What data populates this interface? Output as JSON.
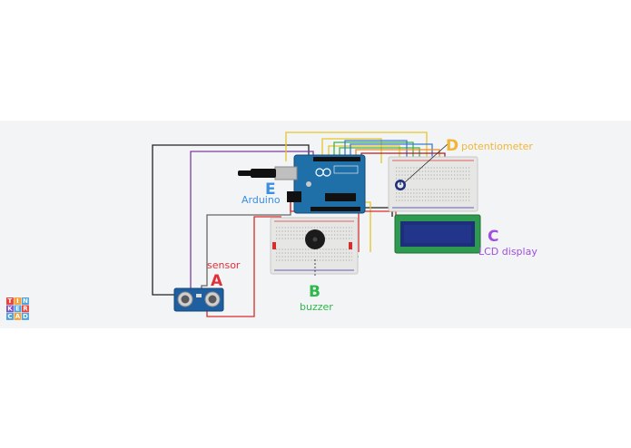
{
  "colors": {
    "background": "#f3f4f6",
    "letter_A": "#e0313b",
    "letter_B": "#2db84a",
    "letter_C": "#a04fe0",
    "letter_D": "#f2b634",
    "letter_E": "#3a8fe0",
    "arduino_board": "#1f6fa8",
    "breadboard": "#e6e6e4",
    "lcd_screen": "#1d2e7a",
    "lcd_frame": "#2e9a4f"
  },
  "labels": {
    "sensor": {
      "letter": "A",
      "text": "sensor"
    },
    "buzzer": {
      "letter": "B",
      "text": "buzzer"
    },
    "lcd": {
      "letter": "C",
      "text": "LCD display"
    },
    "potentiometer": {
      "letter": "D",
      "text": "potentiometer"
    },
    "arduino": {
      "letter": "E",
      "text": "Arduino"
    }
  },
  "logo": {
    "letters": [
      "T",
      "I",
      "N",
      "K",
      "E",
      "R",
      "C",
      "A",
      "D"
    ],
    "colors": [
      "#e8433b",
      "#f2a33a",
      "#4aa3df",
      "#7f4ec0",
      "#4aa3df",
      "#e8433b",
      "#4aa3df",
      "#f2a33a",
      "#4aa3df"
    ]
  },
  "icons": {
    "arduino": "arduino-uno-board-icon",
    "sensor": "ultrasonic-sensor-icon",
    "buzzer": "piezo-buzzer-icon",
    "lcd": "lcd-16x2-icon",
    "potentiometer": "potentiometer-icon"
  }
}
